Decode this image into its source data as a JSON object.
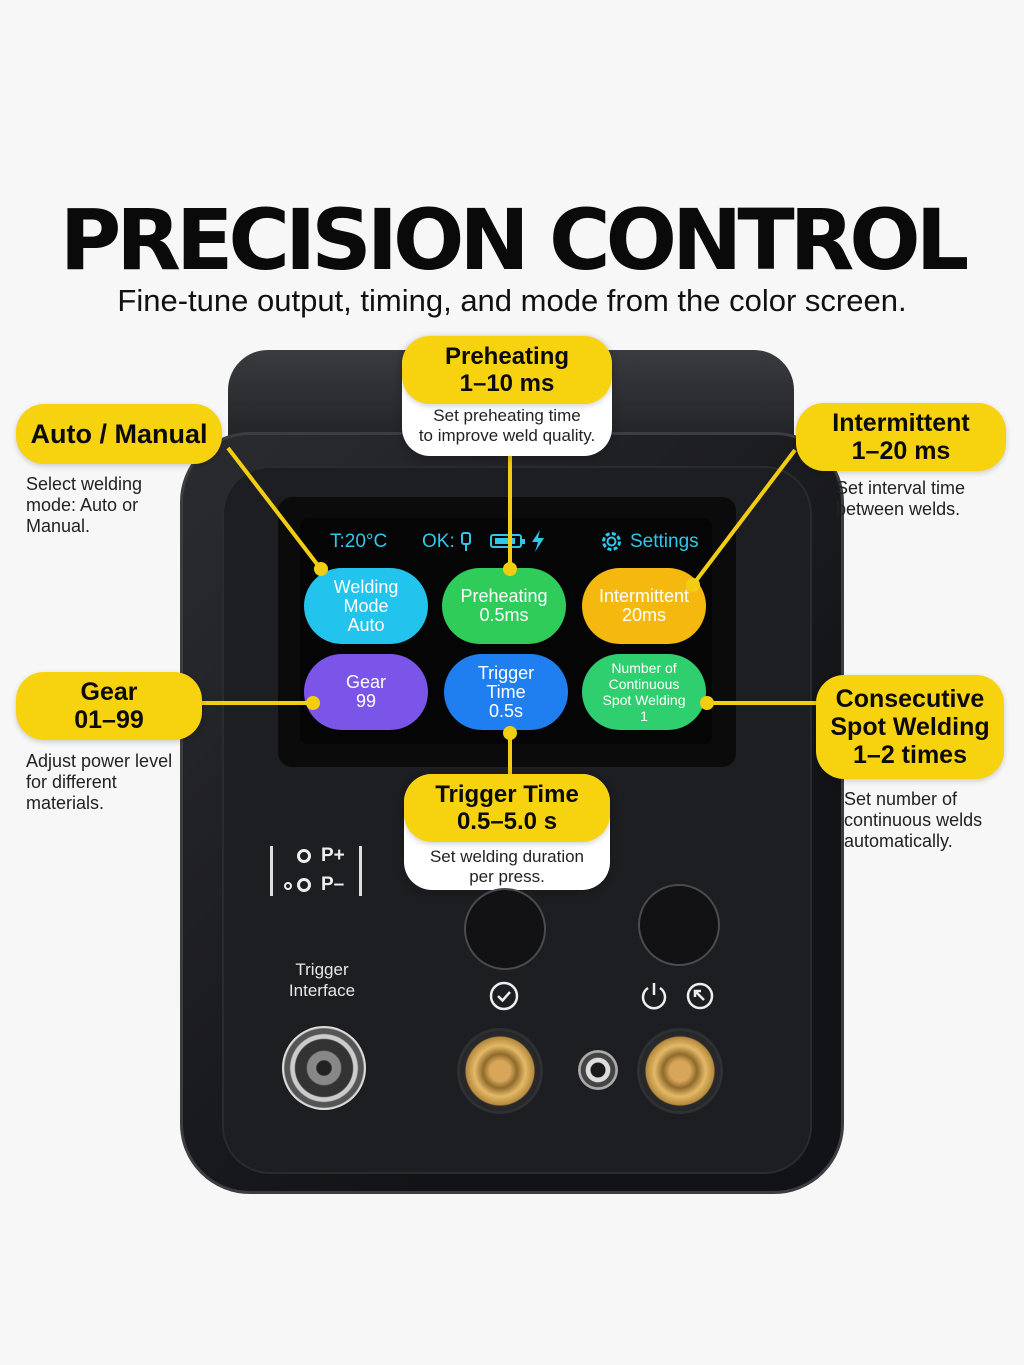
{
  "headline": "PRECISION CONTROL",
  "subheadline": "Fine-tune output, timing, and mode from the color screen.",
  "screen": {
    "temp": "T:20°C",
    "ok": "OK:",
    "settings": "Settings",
    "tiles": [
      {
        "lines": [
          "Welding",
          "Mode",
          "Auto"
        ],
        "color": "#22c3ec"
      },
      {
        "lines": [
          "Preheating",
          "0.5ms"
        ],
        "color": "#2fcc5a"
      },
      {
        "lines": [
          "Intermittent",
          "20ms"
        ],
        "color": "#f5b80e"
      },
      {
        "lines": [
          "Gear",
          "99"
        ],
        "color": "#7a55e8"
      },
      {
        "lines": [
          "Trigger",
          "Time",
          "0.5s"
        ],
        "color": "#1f7ff0"
      },
      {
        "lines": [
          "Number of",
          "Continuous",
          "Spot Welding",
          "1"
        ],
        "color": "#2fce6e"
      }
    ]
  },
  "callouts": {
    "auto_manual": {
      "title": "Auto / Manual",
      "desc": [
        "Select welding",
        "mode: Auto or",
        "Manual."
      ]
    },
    "preheating": {
      "title": [
        "Preheating",
        "1–10 ms"
      ],
      "desc": [
        "Set preheating time",
        "to improve weld quality."
      ]
    },
    "intermittent": {
      "title": [
        "Intermittent",
        "1–20 ms"
      ],
      "desc": [
        "Set interval time",
        "between welds."
      ]
    },
    "gear": {
      "title": [
        "Gear",
        "01–99"
      ],
      "desc": [
        "Adjust power level",
        "for different",
        "materials."
      ]
    },
    "consecutive": {
      "title": [
        "Consecutive",
        "Spot Welding",
        "1–2 times"
      ],
      "desc": [
        "Set number of",
        "continuous welds",
        "automatically."
      ]
    },
    "trigger_time": {
      "title": [
        "Trigger Time",
        "0.5–5.0 s"
      ],
      "desc": [
        "Set welding duration",
        "per press."
      ]
    }
  },
  "device": {
    "p_plus": "P+",
    "p_minus": "P–",
    "trigger_interface": [
      "Trigger",
      "Interface"
    ]
  },
  "colors": {
    "accent": "#f7d20f",
    "screen_text": "#2fc8e8"
  }
}
